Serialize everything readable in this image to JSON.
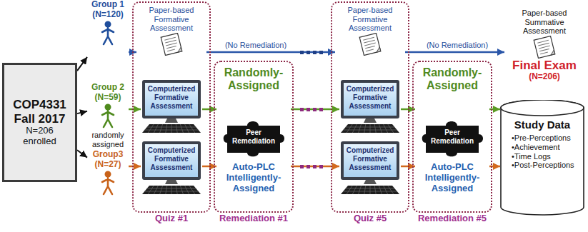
{
  "diagram": {
    "nodes": [
      {
        "text": [
          "COP4331 Fall 2017",
          "N=206 enrolled"
        ]
      },
      {
        "text": [
          "Group 1",
          "(N=120)"
        ]
      },
      {
        "text": [
          "Group 2",
          "(N=59)"
        ]
      },
      {
        "text": [
          "Group3",
          "(N=27)"
        ]
      },
      {
        "text": [
          "Quiz #1"
        ]
      },
      {
        "text": [
          "Paper-based Formative Assessment"
        ],
        "in": 4
      },
      {
        "text": [
          "Computerized Formative Assessment"
        ],
        "in": 4
      },
      {
        "text": [
          "Computerized Formative Assessment"
        ],
        "in": 4
      },
      {
        "text": [
          "Remediation #1"
        ]
      },
      {
        "text": [
          "Randomly-Assigned"
        ],
        "in": 8
      },
      {
        "text": [
          "Peer Remediation"
        ],
        "in": 8
      },
      {
        "text": [
          "Auto-PLC Intelligently-Assigned"
        ],
        "in": 8
      },
      {
        "text": [
          "Quiz #5"
        ]
      },
      {
        "text": [
          "Paper-based Formative Assessment"
        ],
        "in": 12
      },
      {
        "text": [
          "Computerized Formative Assessment"
        ],
        "in": 12
      },
      {
        "text": [
          "Computerized Formative Assessment"
        ],
        "in": 12
      },
      {
        "text": [
          "Remediation #5"
        ]
      },
      {
        "text": [
          "Randomly-Assigned"
        ],
        "in": 16
      },
      {
        "text": [
          "Peer Remediation"
        ],
        "in": 16
      },
      {
        "text": [
          "Auto-PLC Intelligently-Assigned"
        ],
        "in": 16
      },
      {
        "text": [
          "Paper-based Summative Assessment",
          "Final Exam",
          "(N=206)"
        ]
      },
      {
        "text": [
          "Study Data",
          "•Pre-Perceptions",
          "•Achievement",
          "•Time Logs",
          "•Post-Perceptions"
        ]
      }
    ],
    "edges": [
      {
        "from": 0,
        "to": 1,
        "arrow": "to"
      },
      {
        "from": 0,
        "to": 2,
        "arrow": "to"
      },
      {
        "from": 0,
        "to": 3,
        "arrow": "to"
      },
      {
        "from": 1,
        "to": 5,
        "arrow": "to"
      },
      {
        "from": 2,
        "to": 6,
        "arrow": "to"
      },
      {
        "from": 3,
        "to": 7,
        "arrow": "to"
      },
      {
        "from": 5,
        "to": 13,
        "label": "(No Remediation)",
        "arrow": "to"
      },
      {
        "from": 6,
        "to": 9,
        "arrow": "to"
      },
      {
        "from": 7,
        "to": 11,
        "arrow": "to"
      },
      {
        "from": 9,
        "to": 14,
        "arrow": "to"
      },
      {
        "from": 11,
        "to": 15,
        "arrow": "to"
      },
      {
        "from": 13,
        "to": 20,
        "label": "(No Remediation)",
        "arrow": "to"
      },
      {
        "from": 14,
        "to": 17,
        "arrow": "to"
      },
      {
        "from": 15,
        "to": 19,
        "arrow": "to"
      },
      {
        "from": 17,
        "to": 21,
        "arrow": "to"
      },
      {
        "from": 19,
        "to": 21,
        "arrow": "to"
      }
    ],
    "labels": [
      "randomly assigned"
    ]
  }
}
